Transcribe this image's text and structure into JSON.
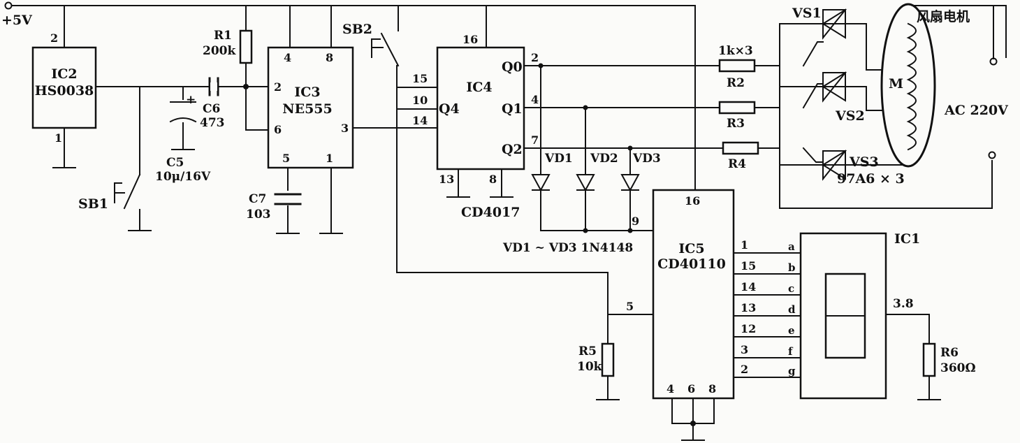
{
  "supply": "+5V",
  "ic2": {
    "ref": "IC2",
    "part": "HS0038",
    "pin_vcc": "2",
    "pin_gnd": "1"
  },
  "c5": {
    "ref": "C5",
    "value": "10μ/16V",
    "polarity": "+"
  },
  "c6": {
    "ref": "C6",
    "value": "473"
  },
  "r1": {
    "ref": "R1",
    "value": "200k"
  },
  "sb1": "SB1",
  "sb2": "SB2",
  "ic3": {
    "ref": "IC3",
    "part": "NE555",
    "pins": {
      "p4": "4",
      "p8": "8",
      "p2": "2",
      "p6": "6",
      "p3": "3",
      "p5": "5",
      "p1": "1"
    }
  },
  "c7": {
    "ref": "C7",
    "value": "103"
  },
  "ic4": {
    "ref": "IC4",
    "part": "CD4017",
    "pins": {
      "p16": "16",
      "p15": "15",
      "p10": "10",
      "p14": "14",
      "p13": "13",
      "p8": "8",
      "p2": "2",
      "p4": "4",
      "p7": "7"
    },
    "outputs": {
      "q0": "Q0",
      "q1": "Q1",
      "q2": "Q2",
      "q4": "Q4"
    }
  },
  "diodes": {
    "vd1": "VD1",
    "vd2": "VD2",
    "vd3": "VD3",
    "note": "VD1 ~ VD3  1N4148"
  },
  "resistors": {
    "array": "1k×3",
    "r2": "R2",
    "r3": "R3",
    "r4": "R4"
  },
  "triacs": {
    "vs1": "VS1",
    "vs2": "VS2",
    "vs3": "VS3",
    "part": "97A6 × 3"
  },
  "motor": {
    "title": "风扇电机",
    "symbol": "M",
    "ac": "AC 220V"
  },
  "ic5": {
    "ref": "IC5",
    "part": "CD40110",
    "pins": {
      "p16": "16",
      "p9": "9",
      "p5": "5",
      "p4": "4",
      "p6": "6",
      "p8": "8"
    },
    "out_pins": [
      "1",
      "15",
      "14",
      "13",
      "12",
      "3",
      "2"
    ]
  },
  "segments": [
    "a",
    "b",
    "c",
    "d",
    "e",
    "f",
    "g"
  ],
  "ic1": {
    "ref": "IC1",
    "pins": "3.8"
  },
  "r5": {
    "ref": "R5",
    "value": "10k"
  },
  "r6": {
    "ref": "R6",
    "value": "360Ω"
  }
}
